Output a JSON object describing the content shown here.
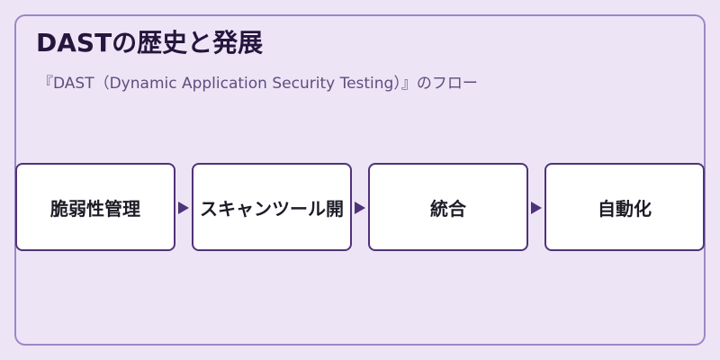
{
  "header": {
    "title": "DASTの歴史と発展",
    "subtitle": "『DAST（Dynamic Application Security Testing）』のフロー"
  },
  "flow": {
    "steps": [
      {
        "label": "脆弱性管理"
      },
      {
        "label": "スキャンツール開"
      },
      {
        "label": "統合"
      },
      {
        "label": "自動化"
      }
    ]
  },
  "colors": {
    "background": "#ede5f6",
    "border": "#9b88c7",
    "step_border": "#4f3378",
    "arrow": "#4f3378",
    "step_fill": "#ffffff"
  }
}
